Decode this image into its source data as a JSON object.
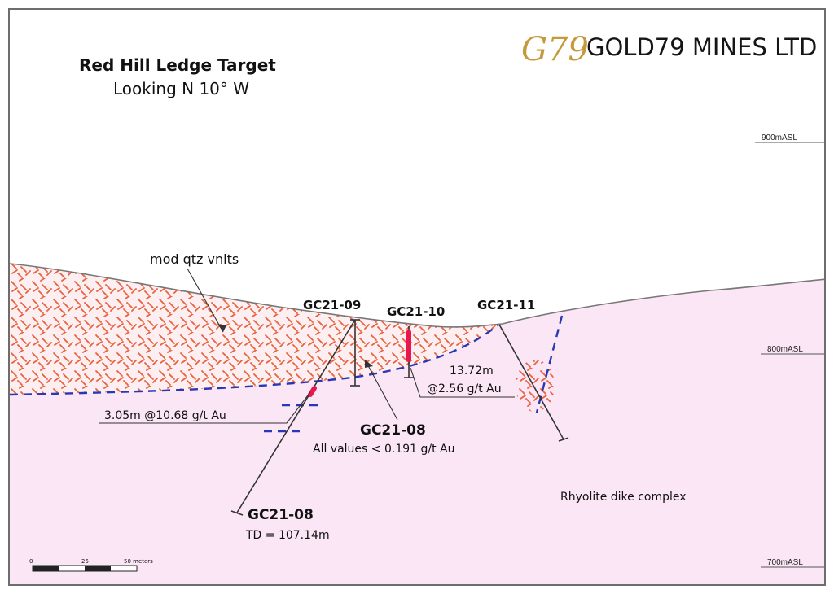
{
  "title": "Red Hill Ledge Target",
  "subtitle": "Looking N 10° W",
  "logo": {
    "monogram": "G79",
    "company": "GOLD79 MINES LTD",
    "gold_color": "#c49a3a"
  },
  "elevations": [
    "900mASL",
    "800mASL",
    "700mASL"
  ],
  "labels": {
    "mod_qtz": "mod qtz vnlts",
    "gc09": "GC21-09",
    "gc10": "GC21-10",
    "gc11": "GC21-11",
    "gc08_mid": "GC21-08",
    "gc08_mid_values": "All values < 0.191 g/t Au",
    "gc08_bottom": "GC21-08",
    "gc08_td": "TD = 107.14m",
    "intercept_gc08": "3.05m @10.68 g/t Au",
    "intercept_gc10_len": "13.72m",
    "intercept_gc10_grade": "@2.56 g/t Au",
    "rhyolite": "Rhyolite dike complex"
  },
  "scale_bar": {
    "ticks": [
      "0",
      "25",
      "50 meters"
    ]
  },
  "colors": {
    "background_rock": "#fbe6f5",
    "unit_hatch": "#e8623a",
    "contact_dashed": "#2637b8",
    "intercept": "#e8174d"
  }
}
